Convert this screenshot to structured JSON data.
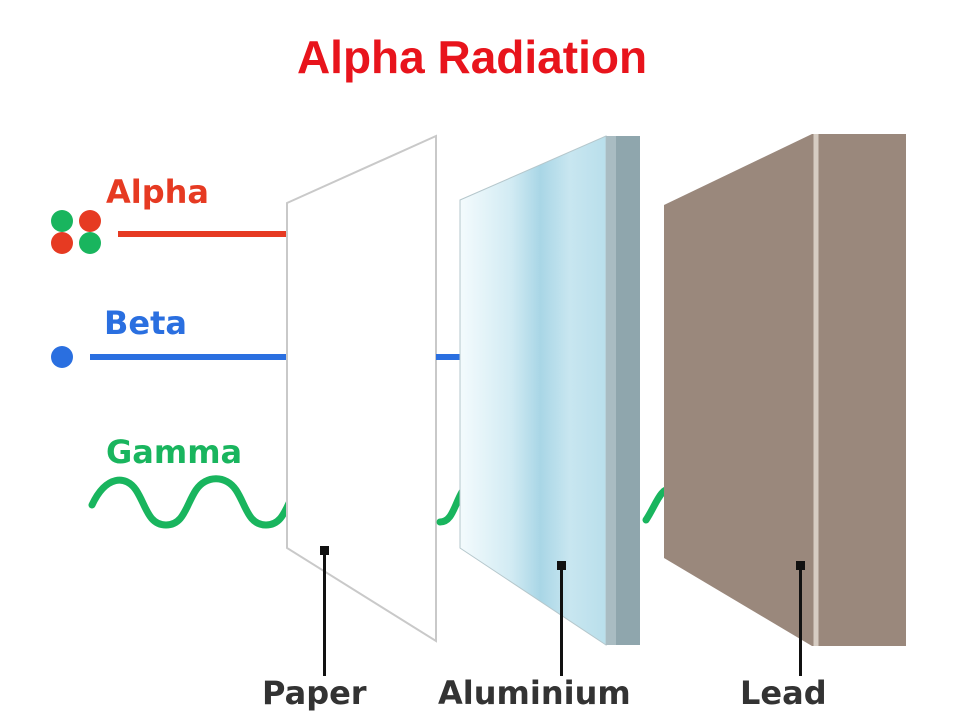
{
  "title": "Alpha Radiation",
  "radiation": {
    "alpha": {
      "label": "Alpha",
      "color": "#e63a22"
    },
    "beta": {
      "label": "Beta",
      "color": "#2a6fe0"
    },
    "gamma": {
      "label": "Gamma",
      "color": "#19b55e"
    }
  },
  "barriers": {
    "paper": {
      "label": "Paper"
    },
    "aluminium": {
      "label": "Aluminium"
    },
    "lead": {
      "label": "Lead"
    }
  },
  "colors": {
    "title": "#e8141c",
    "nucleus_green": "#19b55e",
    "nucleus_red": "#e63a22",
    "lead_face": "#9a887c",
    "lead_edge": "#b3a497",
    "aluminium_edge": "#8fa6ad",
    "label_text": "#333333"
  }
}
